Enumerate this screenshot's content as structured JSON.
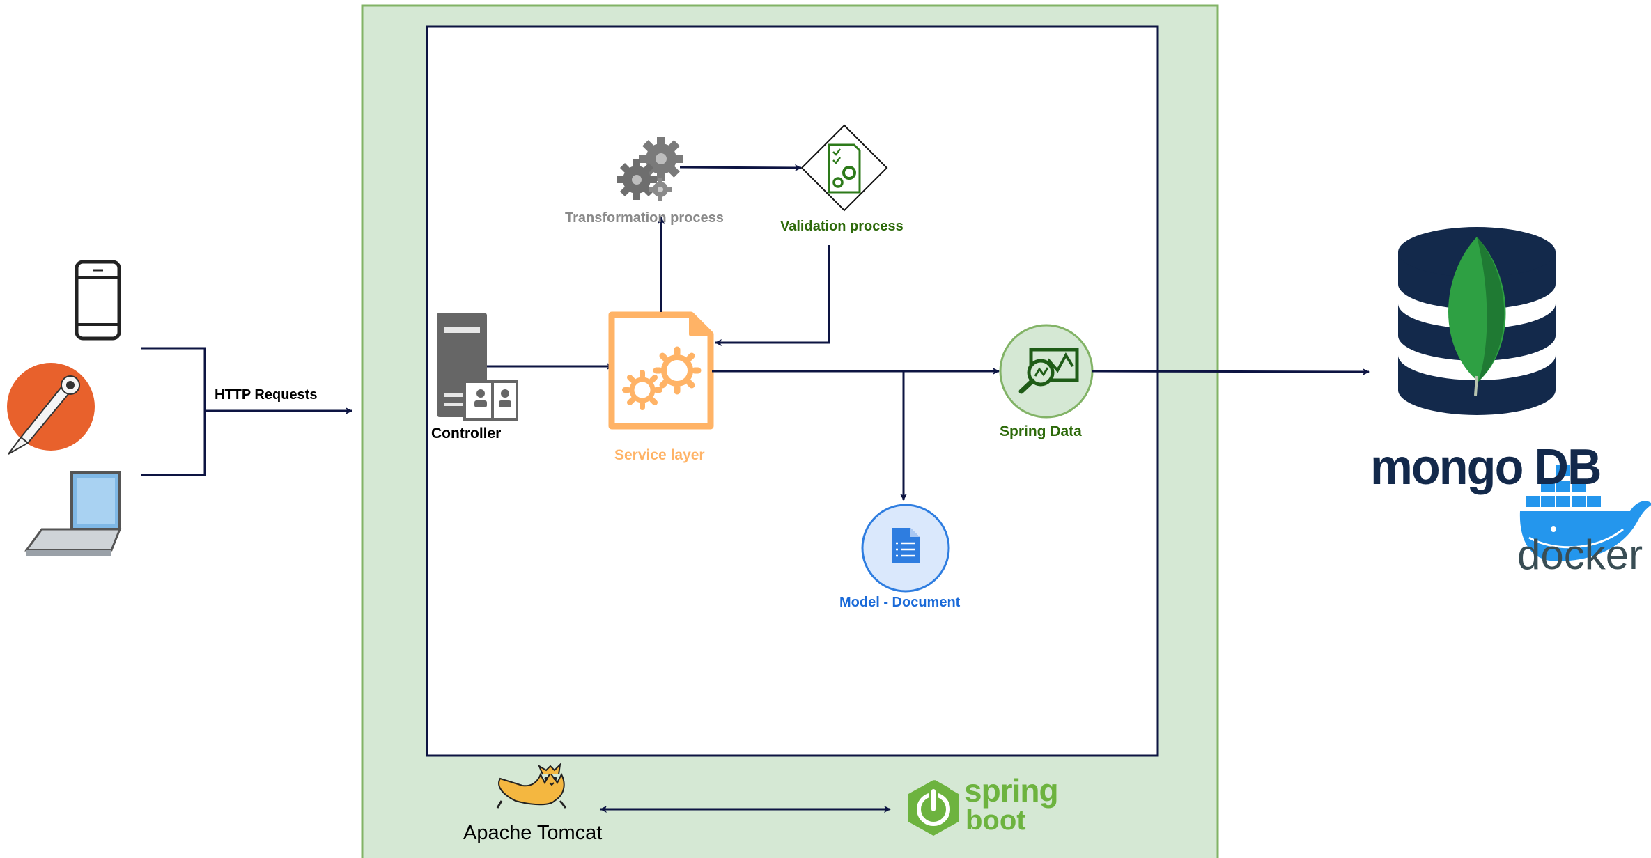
{
  "labels": {
    "http_requests": "HTTP Requests",
    "controller": "Controller",
    "service_layer": "Service layer",
    "transformation": "Transformation process",
    "validation": "Validation process",
    "spring_data": "Spring Data",
    "model_document": "Model - Document",
    "tomcat": "Apache Tomcat",
    "spring_word": "spring",
    "boot_word": "boot",
    "mongo_word": "mongo DB",
    "docker_word": "docker"
  },
  "colors": {
    "container_fill": "#d5e8d4",
    "container_stroke": "#82b366",
    "inner_border": "#0d1442",
    "arrow": "#0d1442",
    "service_orange": "#ffb366",
    "transform_gray": "#8a8a8a",
    "validation_green": "#2d6a0a",
    "spring_data_fill": "#d5e8d4",
    "spring_data_stroke": "#82b366",
    "model_fill": "#dae8fc",
    "model_stroke": "#2e7de0",
    "model_text": "#1a6ad8",
    "mongo_navy": "#13294b",
    "mongo_green": "#2ea043",
    "docker_blue": "#2496ed",
    "spring_green": "#6db33f",
    "postman_orange": "#e8612c"
  },
  "icons": [
    "smartphone-icon",
    "postman-icon",
    "laptop-icon",
    "server-icon",
    "service-gear-document-icon",
    "gears-icon",
    "validation-diamond-icon",
    "spring-data-icon",
    "document-icon",
    "database-icon",
    "mongodb-leaf-icon",
    "docker-whale-icon",
    "tomcat-icon",
    "spring-boot-power-icon"
  ]
}
